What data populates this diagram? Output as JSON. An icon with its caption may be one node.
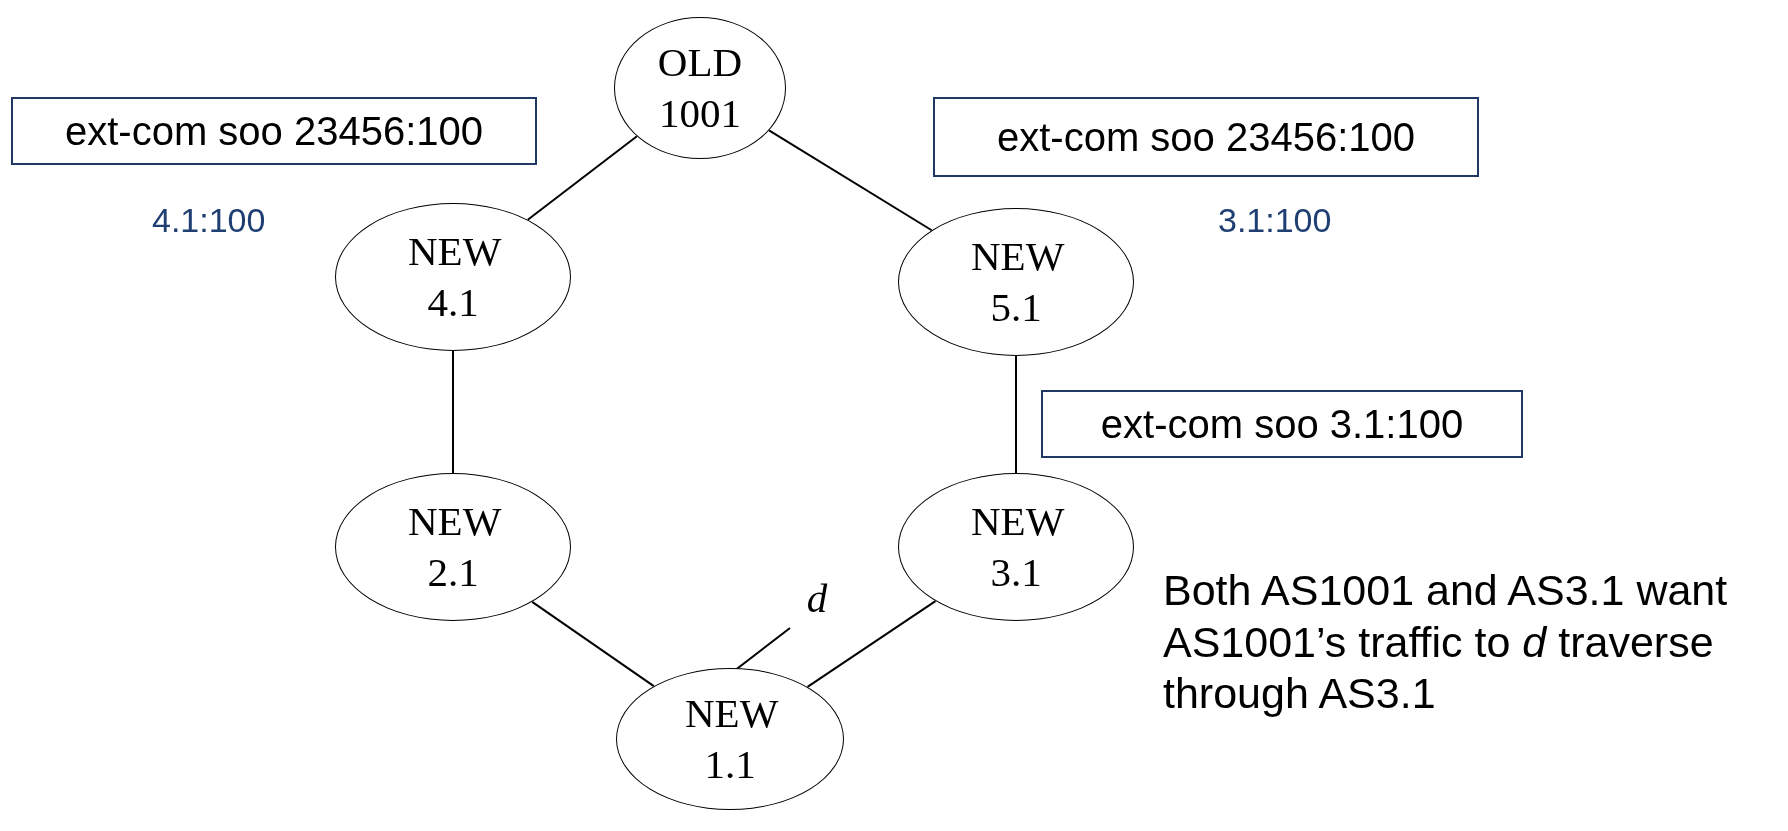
{
  "diagram": {
    "nodes": [
      {
        "text": [
          "OLD 1001"
        ]
      },
      {
        "text": [
          "ext-com soo 23456:100"
        ]
      },
      {
        "text": [
          "ext-com soo 23456:100"
        ]
      },
      {
        "text": [
          "NEW 4.1"
        ]
      },
      {
        "text": [
          "NEW 5.1"
        ]
      },
      {
        "text": [
          "ext-com soo 3.1:100"
        ]
      },
      {
        "text": [
          "NEW 2.1"
        ]
      },
      {
        "text": [
          "d"
        ]
      },
      {
        "text": [
          "NEW 3.1"
        ]
      },
      {
        "text": [
          "NEW 1.1"
        ]
      }
    ],
    "edges": [
      {
        "from": 0,
        "to": 3,
        "arrow": "none"
      },
      {
        "from": 0,
        "to": 4,
        "arrow": "none"
      },
      {
        "from": 3,
        "to": 6,
        "arrow": "none"
      },
      {
        "from": 4,
        "to": 8,
        "arrow": "none"
      },
      {
        "from": 6,
        "to": 9,
        "arrow": "none"
      },
      {
        "from": 8,
        "to": 9,
        "arrow": "none"
      },
      {
        "from": 7,
        "to": 9,
        "arrow": "none"
      }
    ],
    "labels": [
      "4.1:100",
      "3.1:100",
      "Both AS1001 and AS3.1 want AS1001’s traffic to *d* traverse through AS3.1"
    ]
  }
}
